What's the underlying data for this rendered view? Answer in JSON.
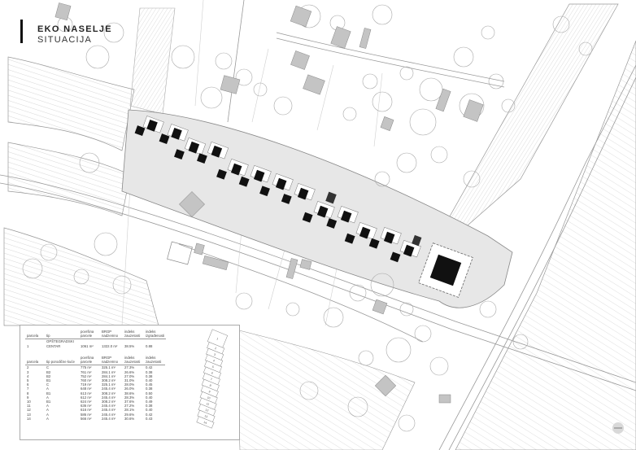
{
  "title": {
    "main": "EKO NASELJE",
    "sub": "SITUACIJA"
  },
  "table_main": {
    "headers": [
      "parcela",
      "tip",
      "površina parcele",
      "BRGP nadzemno",
      "indeks zauzetosti",
      "indeks izgrađenosti"
    ],
    "rows": [
      [
        "1",
        "OPŠTEGRADSKI CENTAR",
        "1061 m²",
        "1322.0 m²",
        "38.5%",
        "0.88"
      ]
    ]
  },
  "table_houses": {
    "headers": [
      "parcela",
      "tip porodične kuće",
      "površina parcele",
      "BRGP nadzemno",
      "indeks zauzetosti",
      "indeks zauzetosti"
    ],
    "rows": [
      [
        "2",
        "C",
        "775 m²",
        "325.1 m²",
        "27.3%",
        "0.42"
      ],
      [
        "3",
        "B2",
        "761 m²",
        "284.1 m²",
        "26.6%",
        "0.38"
      ],
      [
        "4",
        "B2",
        "752 m²",
        "284.1 m²",
        "27.0%",
        "0.38"
      ],
      [
        "5",
        "B1",
        "760 m²",
        "308.2 m²",
        "31.0%",
        "0.40"
      ],
      [
        "6",
        "C",
        "719 m²",
        "325.1 m²",
        "28.0%",
        "0.45"
      ],
      [
        "7",
        "A",
        "648 m²",
        "245.4 m²",
        "26.0%",
        "0.38"
      ],
      [
        "8",
        "B1",
        "613 m²",
        "308.2 m²",
        "38.6%",
        "0.50"
      ],
      [
        "9",
        "A",
        "612 m²",
        "245.4 m²",
        "28.3%",
        "0.40"
      ],
      [
        "10",
        "B1",
        "624 m²",
        "308.2 m²",
        "37.6%",
        "0.49"
      ],
      [
        "11",
        "A",
        "636 m²",
        "245.4 m²",
        "27.2%",
        "0.38"
      ],
      [
        "12",
        "A",
        "616 m²",
        "245.4 m²",
        "28.1%",
        "0.40"
      ],
      [
        "13",
        "A",
        "586 m²",
        "245.4 m²",
        "29.6%",
        "0.42"
      ],
      [
        "14",
        "A",
        "566 m²",
        "245.4 m²",
        "30.6%",
        "0.43"
      ]
    ]
  },
  "keymap": {
    "labels": [
      "1",
      "2",
      "3",
      "4",
      "5",
      "6",
      "7",
      "8",
      "9",
      "10",
      "11",
      "12",
      "13",
      "14"
    ]
  },
  "colors": {
    "site_fill": "#e6e6e6",
    "building_dark": "#111111",
    "building_grey": "#bdbdbd",
    "line": "#9a9a9a",
    "hatch": "#c8c8c8"
  }
}
